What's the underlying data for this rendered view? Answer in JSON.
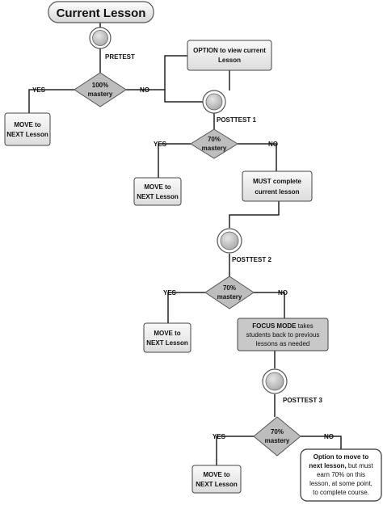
{
  "title": "Current Lesson",
  "nodes": {
    "pretest": "PRETEST",
    "posttest1": "POSTTEST 1",
    "posttest2": "POSTTEST 2",
    "posttest3": "POSTTEST 3"
  },
  "decisions": {
    "d1": [
      "100%",
      "mastery"
    ],
    "d2": [
      "70%",
      "mastery"
    ],
    "d3": [
      "70%",
      "mastery"
    ],
    "d4": [
      "70%",
      "mastery"
    ]
  },
  "edge_labels": {
    "yes": "YES",
    "no": "NO"
  },
  "boxes": {
    "move_next": [
      "MOVE to",
      "NEXT Lesson"
    ],
    "option_view": [
      "OPTION to view current",
      "Lesson"
    ],
    "must_complete": [
      "MUST complete",
      "current lesson"
    ],
    "focus_mode": {
      "bold": "FOCUS MODE",
      "line1": " takes",
      "line2": "students back to previous",
      "line3": "lessons as needed"
    },
    "option_move": {
      "line1": "Option to move to",
      "line2_bold": "next lesson,",
      "line2_rest": " but must",
      "line3": "earn 70% on this",
      "line4": "lesson, at some point,",
      "line5": "to complete course."
    }
  }
}
